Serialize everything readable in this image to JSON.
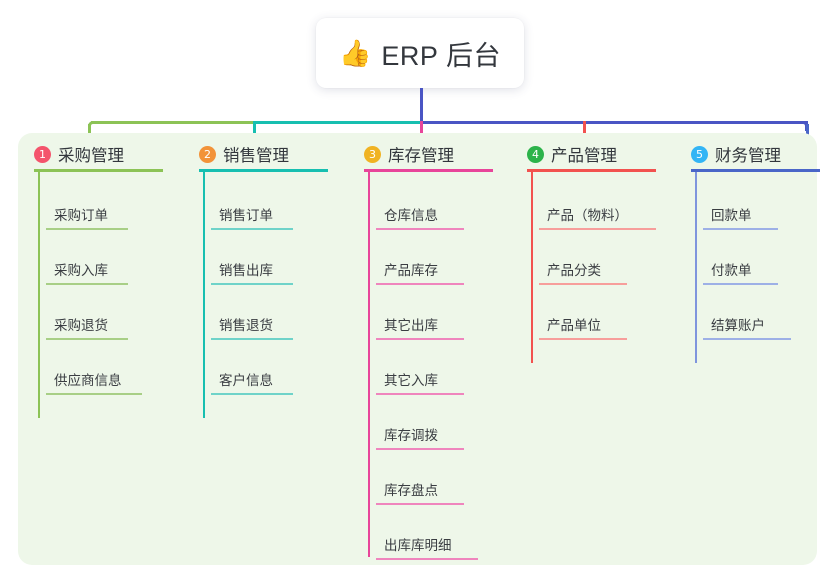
{
  "diagram": {
    "type": "mindmap-tree",
    "root": {
      "emoji": "👍",
      "emoji_name": "thumbs-up-emoji",
      "title": "ERP 后台"
    },
    "panel_background": "#eef7e9",
    "page_background": "#ffffff",
    "root_stem_color": "#4a55c4",
    "branches": [
      {
        "number": "1",
        "title": "采购管理",
        "badge_color": "#f4546c",
        "line_color": "#8cc356",
        "items": [
          "采购订单",
          "采购入库",
          "采购退货",
          "供应商信息"
        ]
      },
      {
        "number": "2",
        "title": "销售管理",
        "badge_color": "#f29339",
        "line_color": "#17bfb0",
        "items": [
          "销售订单",
          "销售出库",
          "销售退货",
          "客户信息"
        ]
      },
      {
        "number": "3",
        "title": "库存管理",
        "badge_color": "#f0b323",
        "line_color": "#e8459a",
        "items": [
          "仓库信息",
          "产品库存",
          "其它出库",
          "其它入库",
          "库存调拨",
          "库存盘点",
          "出库库明细"
        ]
      },
      {
        "number": "4",
        "title": "产品管理",
        "badge_color": "#2cb34a",
        "line_color": "#f2524f",
        "items": [
          "产品（物料）",
          "产品分类",
          "产品单位"
        ]
      },
      {
        "number": "5",
        "title": "财务管理",
        "badge_color": "#33b5f5",
        "line_color": "#4a66c8",
        "items": [
          "回款单",
          "付款单",
          "结算账户"
        ]
      }
    ],
    "connector_segments": [
      {
        "name": "segment-green",
        "color": "#8cc356"
      },
      {
        "name": "segment-teal",
        "color": "#17bfb0"
      },
      {
        "name": "segment-blue",
        "color": "#4a55c4"
      }
    ]
  }
}
